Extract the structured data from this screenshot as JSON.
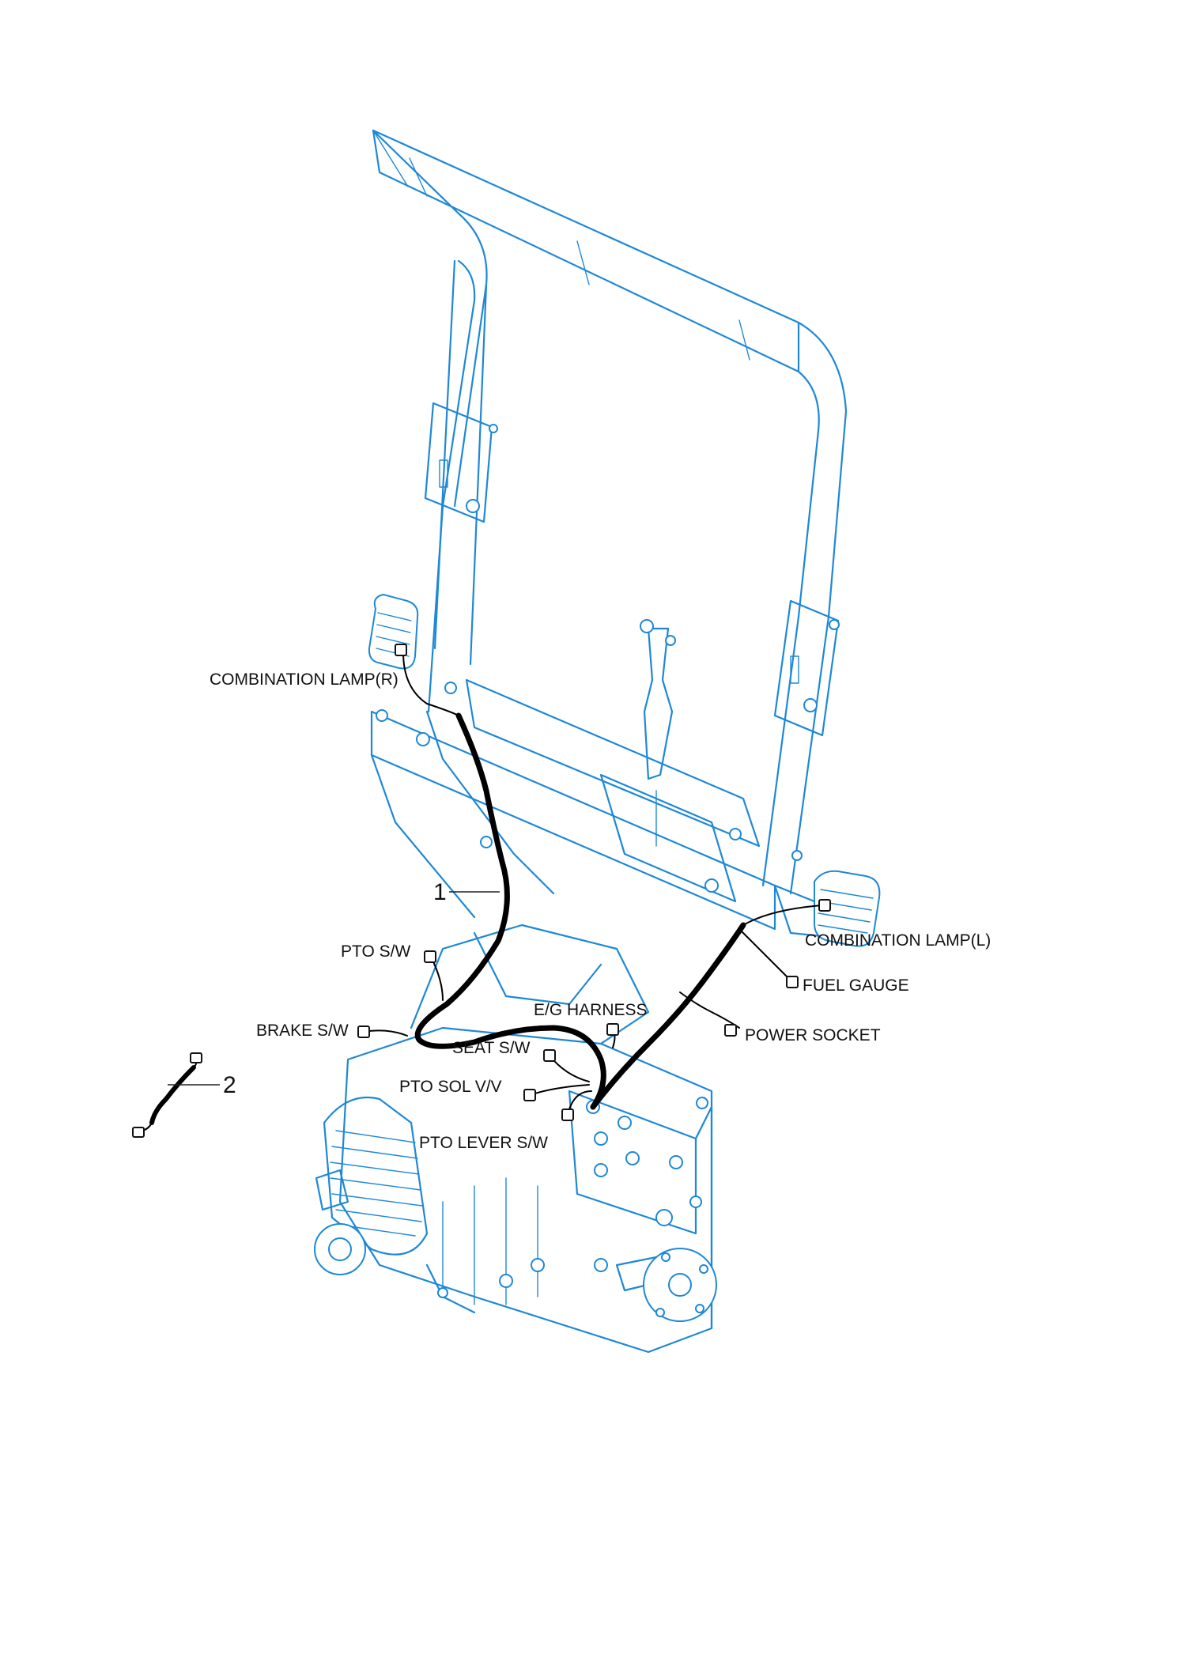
{
  "colors": {
    "line": "#1e88d6",
    "harness": "#000000",
    "background": "#ffffff"
  },
  "callouts": {
    "item_1": "1",
    "item_2": "2"
  },
  "labels": {
    "combination_lamp_r": "COMBINATION LAMP(R)",
    "combination_lamp_l": "COMBINATION LAMP(L)",
    "pto_sw": "PTO S/W",
    "fuel_gauge": "FUEL GAUGE",
    "eg_harness": "E/G HARNESS",
    "brake_sw": "BRAKE S/W",
    "power_socket": "POWER SOCKET",
    "seat_sw": "SEAT S/W",
    "pto_sol_vv": "PTO SOL V/V",
    "pto_lever_sw": "PTO LEVER S/W"
  }
}
